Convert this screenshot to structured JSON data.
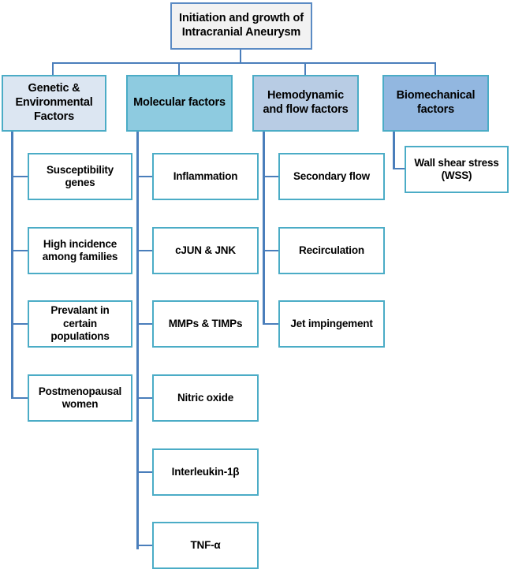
{
  "diagram": {
    "title": "Initiation and growth of Intracranial Aneurysm",
    "type": "hierarchy-tree",
    "root": {
      "label": "Initiation and growth of\nIntracranial Aneurysm",
      "line1": "Initiation and growth of",
      "line2": "Intracranial Aneurysm",
      "fill": "#f2f2f2",
      "border": "#5b8bc4"
    },
    "categories": [
      {
        "id": "genetic-environmental-factors",
        "line1": "Genetic &",
        "line2": "Environmental",
        "line3": "Factors",
        "fill": "#dce6f2",
        "border": "#4bacc6",
        "children": [
          {
            "id": "susceptibility-genes",
            "line1": "Susceptibility",
            "line2": "genes"
          },
          {
            "id": "high-incidence-among-families",
            "line1": "High incidence",
            "line2": "among families"
          },
          {
            "id": "prevalant-in-certain-populations",
            "line1": "Prevalant in",
            "line2": "certain",
            "line3": "populations"
          },
          {
            "id": "postmenopausal-women",
            "line1": "Postmenopausal",
            "line2": "women"
          }
        ]
      },
      {
        "id": "molecular-factors",
        "line1": "Molecular factors",
        "fill": "#8ecbe0",
        "border": "#4bacc6",
        "children": [
          {
            "id": "inflammation",
            "line1": "Inflammation"
          },
          {
            "id": "cjun-and-jnk",
            "line1": "cJUN & JNK"
          },
          {
            "id": "mmps-and-timps",
            "line1": "MMPs & TIMPs"
          },
          {
            "id": "nitric-oxide",
            "line1": "Nitric oxide"
          },
          {
            "id": "interleukin-1-beta",
            "line1": "Interleukin-1β"
          },
          {
            "id": "tnf-alpha",
            "line1": "TNF-α"
          }
        ]
      },
      {
        "id": "hemodynamic-and-flow-factors",
        "line1": "Hemodynamic",
        "line2": "and flow factors",
        "fill": "#b8cce4",
        "border": "#4bacc6",
        "children": [
          {
            "id": "secondary-flow",
            "line1": "Secondary flow"
          },
          {
            "id": "recirculation",
            "line1": "Recirculation"
          },
          {
            "id": "jet-impingement",
            "line1": "Jet impingement"
          }
        ]
      },
      {
        "id": "biomechanical-factors",
        "line1": "Biomechanical",
        "line2": "factors",
        "fill": "#92b7e0",
        "border": "#4bacc6",
        "children": [
          {
            "id": "wall-shear-stress-wss",
            "line1": "Wall shear stress",
            "line2": "(WSS)"
          }
        ]
      }
    ]
  }
}
